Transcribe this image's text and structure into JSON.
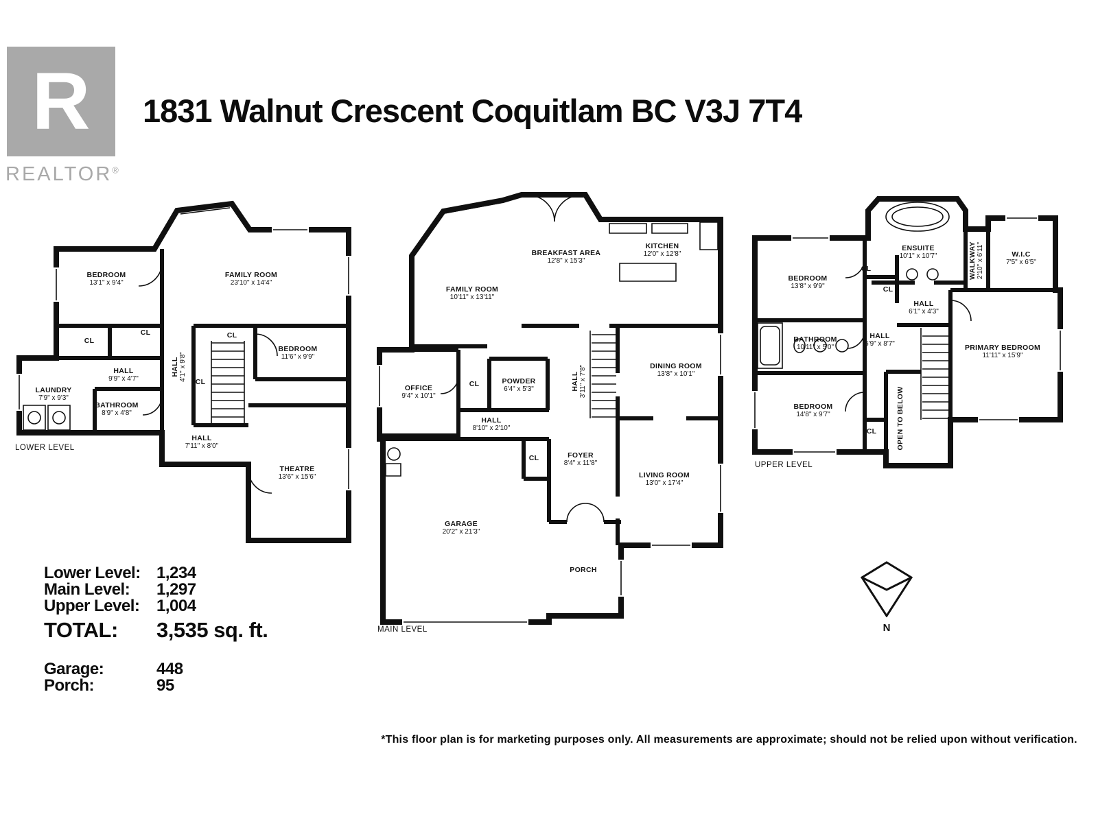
{
  "header": {
    "title": "1831 Walnut Crescent Coquitlam BC V3J 7T4",
    "logo": {
      "letter": "R",
      "brand": "REALTOR",
      "registered": "®"
    }
  },
  "levels": [
    {
      "label": "LOWER LEVEL",
      "rooms": [
        {
          "name": "BEDROOM",
          "dims": "13'1\" x 9'4\""
        },
        {
          "name": "FAMILY ROOM",
          "dims": "23'10\" x 14'4\""
        },
        {
          "name": "CL"
        },
        {
          "name": "CL"
        },
        {
          "name": "HALL",
          "dims": "9'9\" x 4'7\""
        },
        {
          "name": "HALL",
          "dims": "4'1\" x 9'8\""
        },
        {
          "name": "CL"
        },
        {
          "name": "BEDROOM",
          "dims": "11'6\" x 9'9\""
        },
        {
          "name": "CL"
        },
        {
          "name": "LAUNDRY",
          "dims": "7'9\" x 9'3\""
        },
        {
          "name": "BATHROOM",
          "dims": "8'9\" x 4'8\""
        },
        {
          "name": "HALL",
          "dims": "7'11\" x 8'0\""
        },
        {
          "name": "THEATRE",
          "dims": "13'6\" x 15'6\""
        }
      ]
    },
    {
      "label": "MAIN LEVEL",
      "rooms": [
        {
          "name": "BREAKFAST AREA",
          "dims": "12'8\" x 15'3\""
        },
        {
          "name": "KITCHEN",
          "dims": "12'0\" x 12'8\""
        },
        {
          "name": "FAMILY ROOM",
          "dims": "10'11\" x 13'11\""
        },
        {
          "name": "OFFICE",
          "dims": "9'4\" x 10'1\""
        },
        {
          "name": "CL"
        },
        {
          "name": "POWDER",
          "dims": "6'4\" x 5'3\""
        },
        {
          "name": "HALL",
          "dims": "3'11\" x 7'8\""
        },
        {
          "name": "DINING ROOM",
          "dims": "13'8\" x 10'1\""
        },
        {
          "name": "HALL",
          "dims": "8'10\" x 2'10\""
        },
        {
          "name": "CL"
        },
        {
          "name": "FOYER",
          "dims": "8'4\" x 11'8\""
        },
        {
          "name": "LIVING ROOM",
          "dims": "13'0\" x 17'4\""
        },
        {
          "name": "GARAGE",
          "dims": "20'2\" x 21'3\""
        },
        {
          "name": "PORCH"
        }
      ]
    },
    {
      "label": "UPPER LEVEL",
      "rooms": [
        {
          "name": "ENSUITE",
          "dims": "10'1\" x 10'7\""
        },
        {
          "name": "WALKWAY",
          "dims": "2'10\" x 6'11\""
        },
        {
          "name": "W.I.C",
          "dims": "7'5\" x 6'5\""
        },
        {
          "name": "BEDROOM",
          "dims": "13'8\" x 9'9\""
        },
        {
          "name": "CL"
        },
        {
          "name": "CL"
        },
        {
          "name": "HALL",
          "dims": "6'1\" x 4'3\""
        },
        {
          "name": "BATHROOM",
          "dims": "10'11\" x 5'0\""
        },
        {
          "name": "HALL",
          "dims": "5'9\" x 8'7\""
        },
        {
          "name": "PRIMARY BEDROOM",
          "dims": "11'11\" x 15'9\""
        },
        {
          "name": "BEDROOM",
          "dims": "14'8\" x 9'7\""
        },
        {
          "name": "CL"
        },
        {
          "name": "OPEN TO BELOW"
        }
      ]
    }
  ],
  "summary": {
    "rows": [
      {
        "label": "Lower Level:",
        "value": "1,234"
      },
      {
        "label": "Main Level:",
        "value": "1,297"
      },
      {
        "label": "Upper Level:",
        "value": "1,004"
      }
    ],
    "total": {
      "label": "TOTAL:",
      "value": "3,535 sq. ft."
    },
    "extras": [
      {
        "label": "Garage:",
        "value": "448"
      },
      {
        "label": "Porch:",
        "value": "95"
      }
    ]
  },
  "compass": {
    "label": "N"
  },
  "disclaimer": "*This floor plan is for marketing purposes only. All measurements are approximate; should not be relied upon without verification.",
  "colors": {
    "wall": "#101010",
    "logo_gray": "#a9a9a9",
    "text": "#0d0d0d"
  }
}
